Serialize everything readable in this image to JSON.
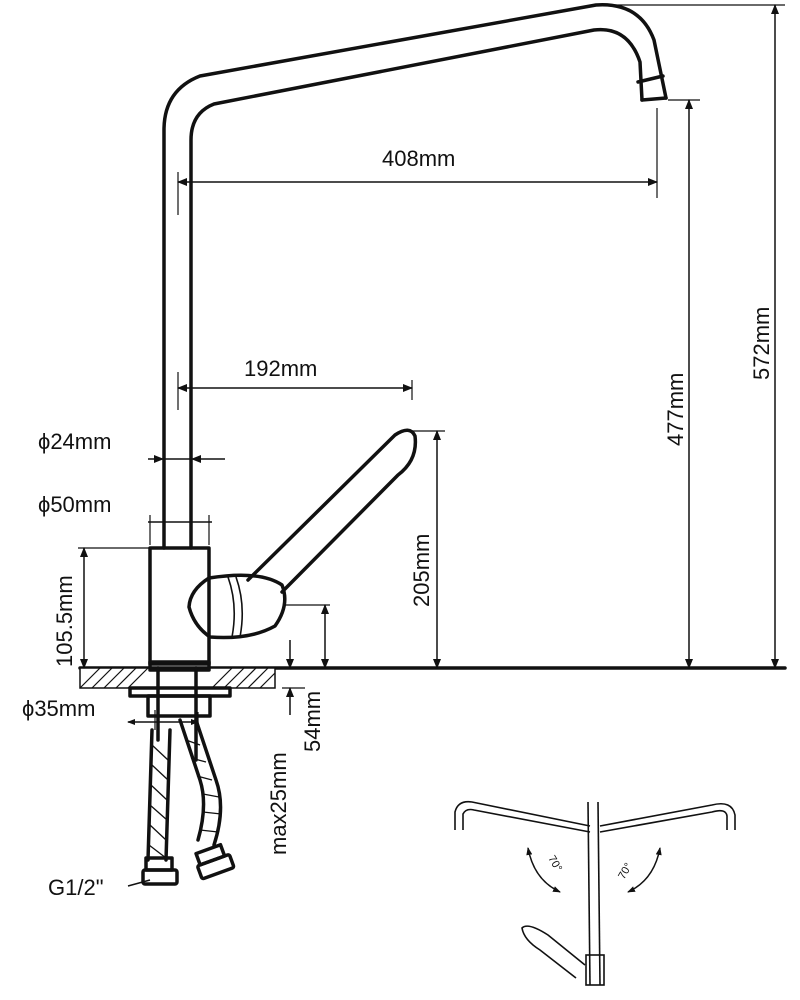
{
  "dimensions": {
    "spout_reach": "408mm",
    "lever_reach": "192mm",
    "pipe_diameter": "ϕ24mm",
    "body_diameter": "ϕ50mm",
    "body_height": "105.5mm",
    "mount_diameter": "ϕ35mm",
    "connection": "G1/2\"",
    "max_deck_thickness": "max25mm",
    "lever_axis_height": "54mm",
    "lever_height": "205mm",
    "spout_outlet_height": "477mm",
    "total_height": "572mm"
  },
  "swivel_view": {
    "left_angle": "70°",
    "right_angle": "70°"
  }
}
